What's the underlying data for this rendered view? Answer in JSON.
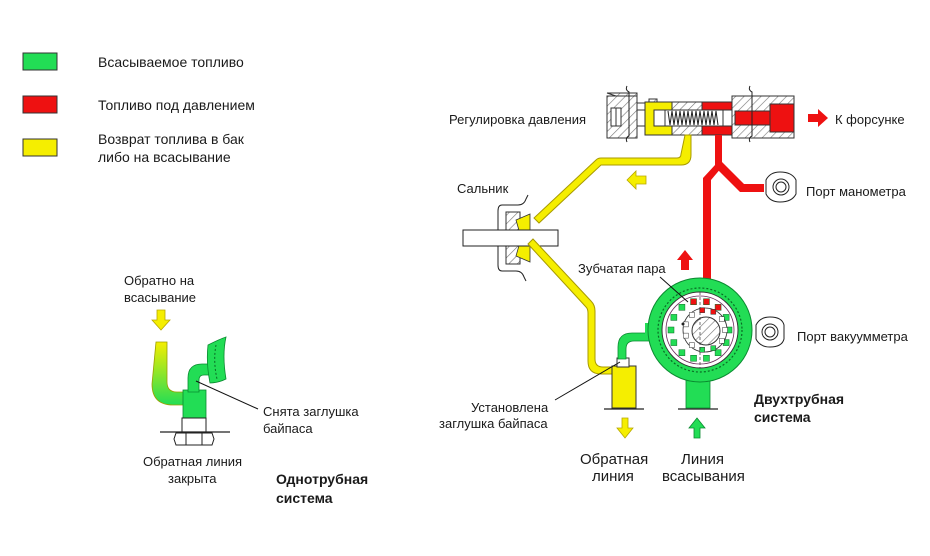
{
  "colors": {
    "suction": "#22dd55",
    "pressure": "#ee1111",
    "return": "#f5ee00",
    "outline": "#222222",
    "text": "#1a1a1a"
  },
  "legend": [
    {
      "color_key": "suction",
      "label_lines": [
        "Всасываемое топливо"
      ]
    },
    {
      "color_key": "pressure",
      "label_lines": [
        "Топливо под давлением"
      ]
    },
    {
      "color_key": "return",
      "label_lines": [
        "Возврат топлива в бак",
        "либо на всасывание"
      ]
    }
  ],
  "single_pipe": {
    "top_label": [
      "Обратно на",
      "всасывание"
    ],
    "bypass_label": [
      "Снята заглушка",
      "байпаса"
    ],
    "closed_label": [
      "Обратная линия",
      "закрыта"
    ],
    "system_title": [
      "Однотрубная",
      "система"
    ]
  },
  "two_pipe": {
    "pressure_adjust_label": "Регулировка давления",
    "nozzle_label": "К форсунке",
    "seal_label": "Сальник",
    "gauge_port_label": "Порт манометра",
    "gear_label": "Зубчатая пара",
    "vacuum_port_label": "Порт вакуумметра",
    "bypass_label": [
      "Установлена",
      "заглушка байпаса"
    ],
    "return_line_label": [
      "Обратная",
      "линия"
    ],
    "suction_line_label": [
      "Линия",
      "всасывания"
    ],
    "system_title": [
      "Двухтрубная",
      "система"
    ]
  }
}
